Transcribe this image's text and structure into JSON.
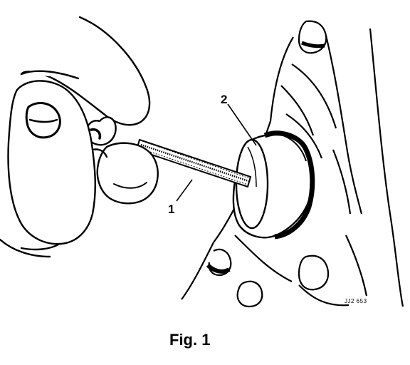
{
  "illustration": {
    "callouts": [
      {
        "id": "bolt",
        "label": "1"
      },
      {
        "id": "plug",
        "label": "2"
      }
    ],
    "drawing_code": "JJ2 653",
    "caption": "Fig. 1"
  }
}
